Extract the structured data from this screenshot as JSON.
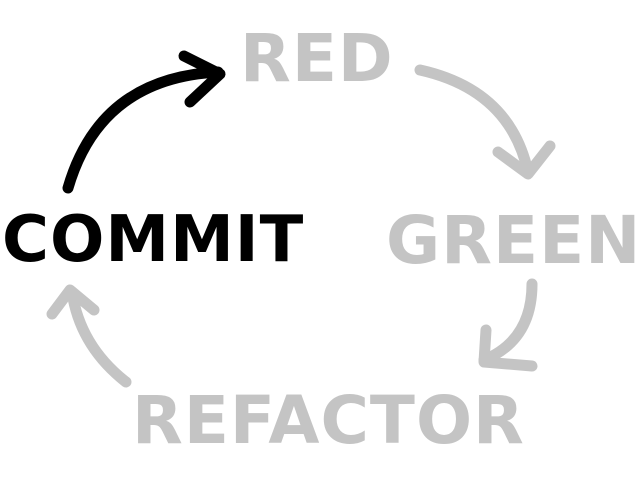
{
  "cycle": {
    "stages": {
      "red": "RED",
      "green": "GREEN",
      "refactor": "REFACTOR",
      "commit": "COMMIT"
    },
    "colors": {
      "muted": "#c4c4c4",
      "active": "#000000"
    }
  }
}
